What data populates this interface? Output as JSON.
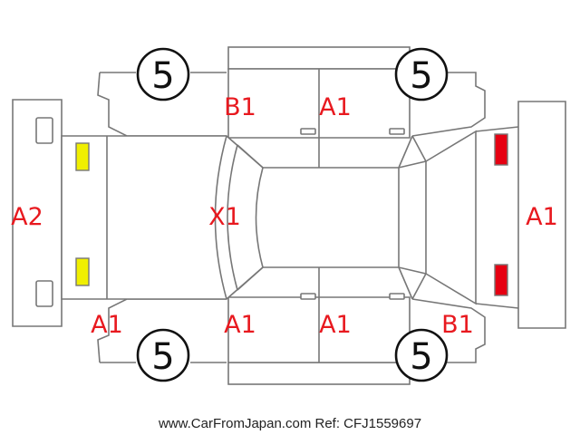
{
  "colors": {
    "outline": "#777777",
    "label": "#e8191f",
    "light_front": "#f0ef00",
    "light_rear": "#e60012"
  },
  "wheels": {
    "front_left": "5",
    "rear_left": "5",
    "front_right": "5",
    "rear_right": "5"
  },
  "labels": {
    "top_door_front": "B1",
    "top_door_rear": "A1",
    "front_bumper": "A2",
    "hood": "X1",
    "rear_bumper": "A1",
    "bottom_front_corner": "A1",
    "bottom_door_front": "A1",
    "bottom_door_rear": "A1",
    "bottom_rear_corner": "B1"
  },
  "footer": {
    "text": "www.CarFromJapan.com Ref: CFJ1559697"
  }
}
